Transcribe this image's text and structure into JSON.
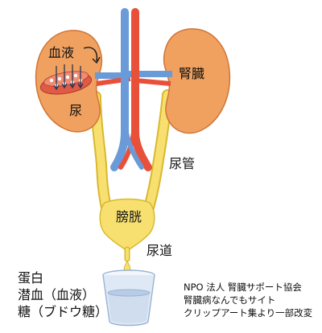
{
  "labels": {
    "blood": "血液",
    "urine": "尿",
    "kidney": "腎臓",
    "ureter": "尿管",
    "bladder": "膀胱",
    "urethra": "尿道"
  },
  "tests": [
    {
      "text": "蛋白"
    },
    {
      "text": "潜血（血液）"
    },
    {
      "text": "糖（ブドウ糖）"
    }
  ],
  "credit": [
    {
      "text": "NPO 法人 腎臓サポート協会"
    },
    {
      "text": "腎臓病なんでもサイト"
    },
    {
      "text": "クリップアート集より一部改変"
    }
  ],
  "colors": {
    "kidney": "#f0a160",
    "kidney_outline": "#d07535",
    "urine": "#f8e070",
    "urine_outline": "#d9b830",
    "artery": "#e8503a",
    "vein": "#6a9bd8",
    "cup": "#dfe9f6",
    "cup_outline": "#9ab3d3"
  }
}
